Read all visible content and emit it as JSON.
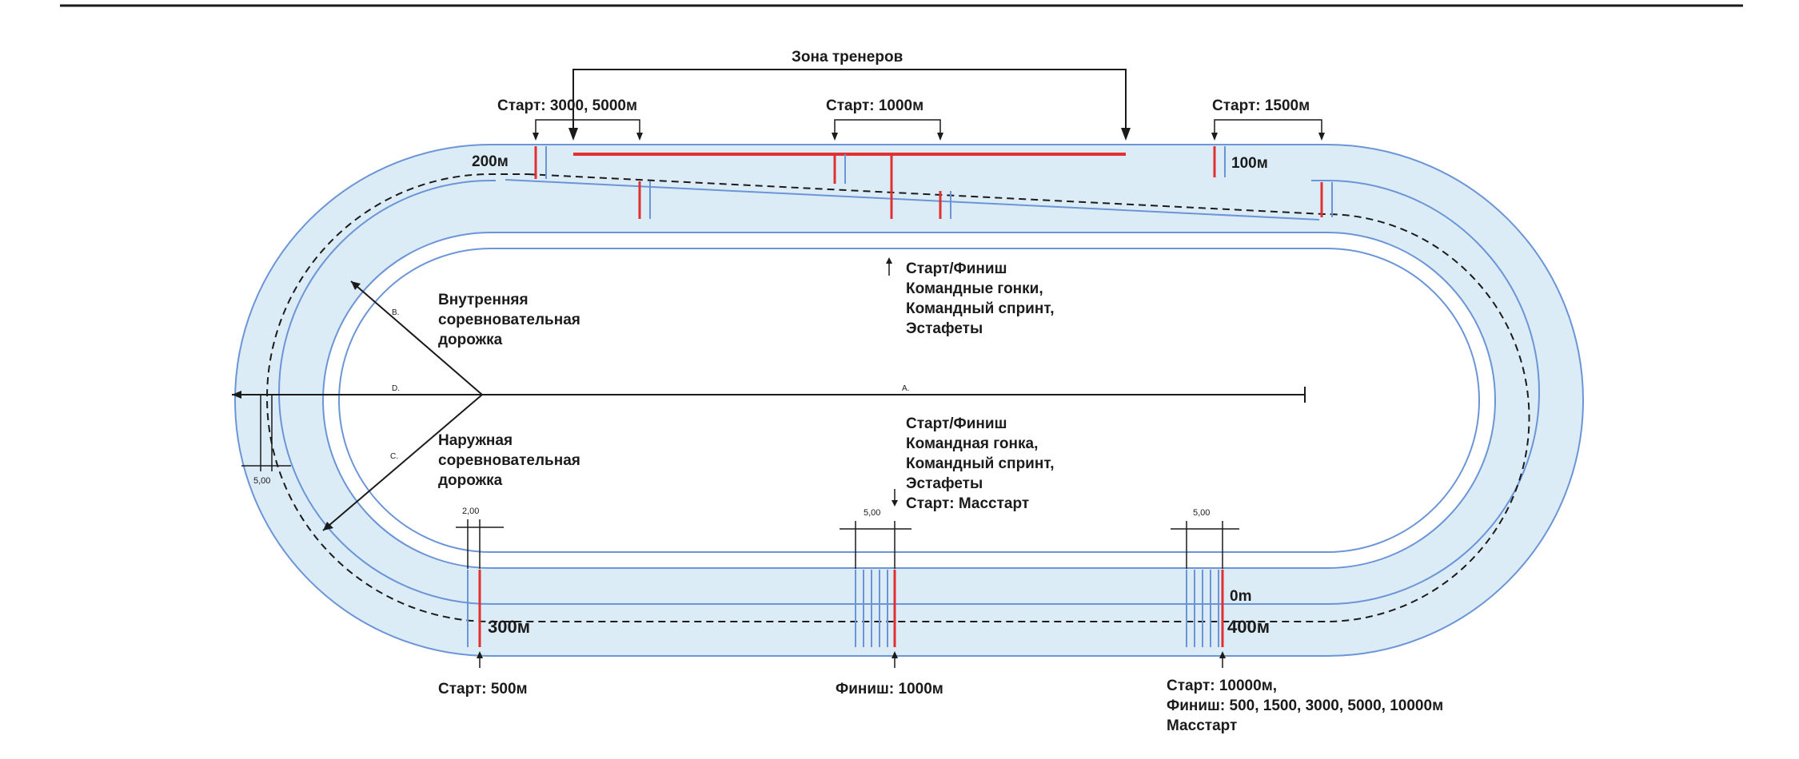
{
  "labels": {
    "coach_zone": "Зона тренеров",
    "start_3000_5000": "Старт: 3000, 5000м",
    "start_1000": "Старт: 1000м",
    "start_1500": "Старт: 1500м",
    "m200": "200м",
    "m100": "100м",
    "m0": "0m",
    "m300": "300м",
    "m400": "400м",
    "inner_lane": [
      "Внутренняя",
      "соревновательная",
      "дорожка"
    ],
    "outer_lane": [
      "Наружная",
      "соревновательная",
      "дорожка"
    ],
    "start_finish_top": [
      "Старт/Финиш",
      "Командные гонки,",
      "Командный спринт,",
      "Эстафеты"
    ],
    "start_finish_bottom": [
      "Старт/Финиш",
      "Командная гонка,",
      "Командный спринт,",
      "Эстафеты",
      "Старт: Масстарт"
    ],
    "start_500": "Старт: 500м",
    "finish_1000": "Финиш: 1000м",
    "start_10000": [
      "Старт: 10000м,",
      "Финиш: 500, 1500, 3000, 5000, 10000м",
      "Масстарт"
    ],
    "dim_a": "A.",
    "dim_b": "B.",
    "dim_c": "C.",
    "dim_d": "D.",
    "dim_200": "2,00",
    "dim_500a": "5,00",
    "dim_500b": "5,00",
    "dim_left": "5,00"
  },
  "colors": {
    "track_fill": "#dcecf7",
    "lane_line": "#6b95d6",
    "red_marker": "#e23030",
    "black": "#1b1b1b"
  }
}
